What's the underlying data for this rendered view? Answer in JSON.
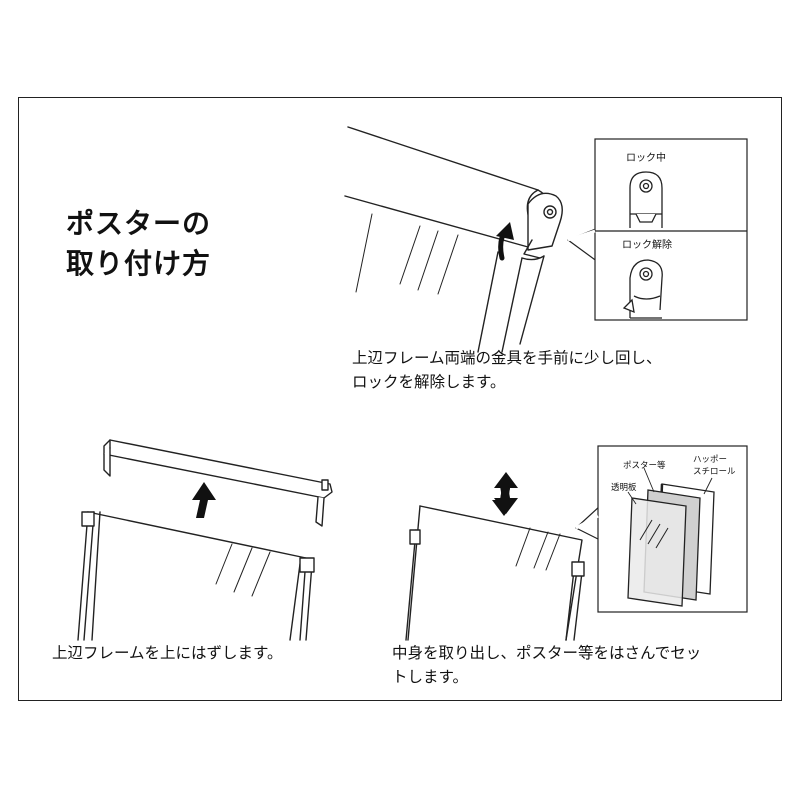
{
  "title": {
    "line1": "ポスターの",
    "line2": "取り付け方"
  },
  "steps": [
    {
      "lines": [
        "上辺フレーム両端の金具を手前に少し回し、",
        "ロックを解除します。"
      ]
    },
    {
      "lines": [
        "上辺フレームを上にはずします。"
      ]
    },
    {
      "lines": [
        "中身を取り出し、ポスター等をはさんでセッ",
        "トします。"
      ]
    }
  ],
  "lock_detail": {
    "locked_label": "ロック中",
    "unlocked_label": "ロック解除"
  },
  "layers_detail": {
    "poster_label": "ポスター等",
    "clear_board_label": "透明板",
    "backing_label_line1": "ハッポー",
    "backing_label_line2": "スチロール"
  },
  "colors": {
    "line": "#222222",
    "panel_gray": "#e6e6e6",
    "border": "#222222"
  }
}
